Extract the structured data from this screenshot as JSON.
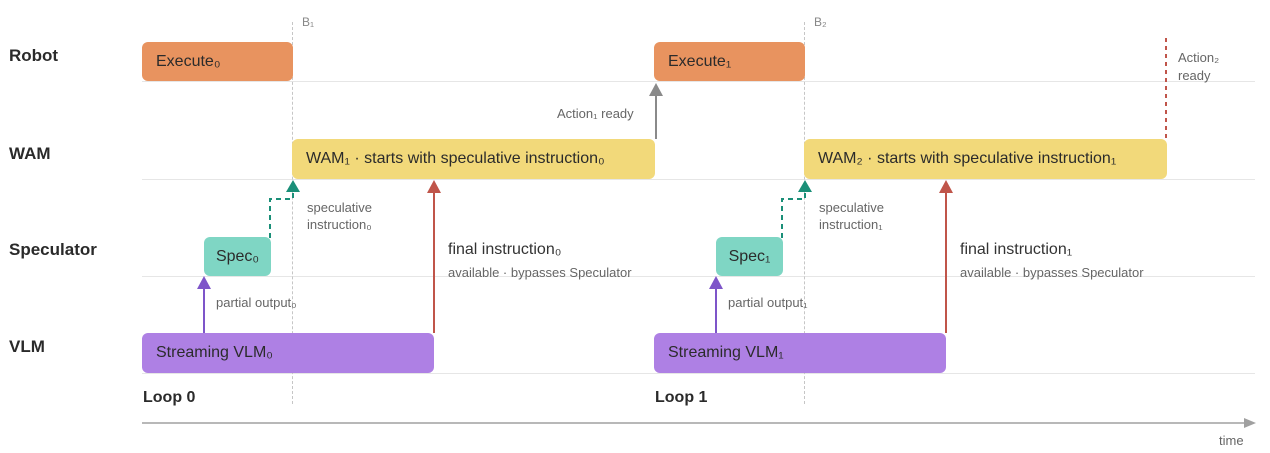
{
  "lanes": {
    "robot": "Robot",
    "wam": "WAM",
    "speculator": "Speculator",
    "vlm": "VLM"
  },
  "boundaries": {
    "b1": "B₁",
    "b2": "B₂"
  },
  "bars": {
    "execute0": "Execute₀",
    "execute1": "Execute₁",
    "wam1": "WAM₁ · starts with speculative instruction₀",
    "wam2": "WAM₂ · starts with speculative instruction₁",
    "spec0": "Spec₀",
    "spec1": "Spec₁",
    "vlm0": "Streaming VLM₀",
    "vlm1": "Streaming VLM₁"
  },
  "annotations": {
    "action1_ready": "Action₁ ready",
    "action2_line1": "Action₂",
    "action2_line2": "ready",
    "spec_instr0_line1": "speculative",
    "spec_instr0_line2": "instruction₀",
    "spec_instr1_line1": "speculative",
    "spec_instr1_line2": "instruction₁",
    "final0_title": "final instruction₀",
    "final0_sub": "available · bypasses Speculator",
    "final1_title": "final instruction₁",
    "final1_sub": "available · bypasses Speculator",
    "partial0": "partial output₀",
    "partial1": "partial output₁"
  },
  "loops": {
    "loop0": "Loop 0",
    "loop1": "Loop 1"
  },
  "axis": {
    "label": "time"
  },
  "colors": {
    "execute": "#e8935f",
    "wam": "#f2d97a",
    "spec": "#7fd6c4",
    "vlm": "#ae80e4",
    "arrow_teal": "#1a8f78",
    "arrow_red": "#c0554a",
    "arrow_purple": "#7e55c9",
    "arrow_gray": "#8a8a8a"
  }
}
